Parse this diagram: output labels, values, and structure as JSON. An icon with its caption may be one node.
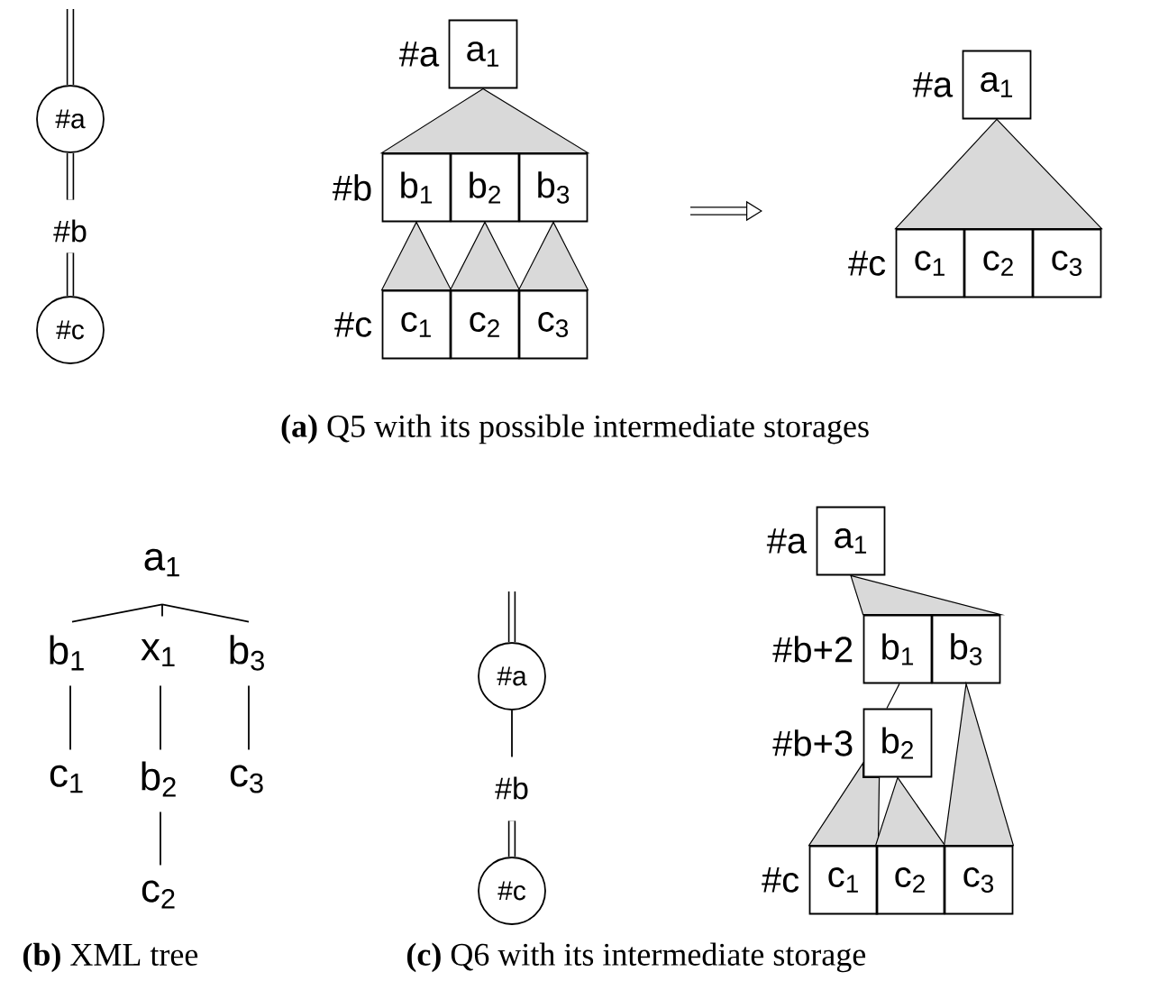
{
  "diagram": {
    "nodes": [
      {
        "text": [
          "#a"
        ]
      },
      {
        "text": [
          "#b"
        ]
      },
      {
        "text": [
          "#c"
        ]
      },
      {
        "text": [
          "a$_{1}$"
        ],
        "beside": [
          "#a"
        ]
      },
      {
        "text": [
          "b$_{1}$"
        ],
        "beside": [
          "#b"
        ]
      },
      {
        "text": [
          "b$_{2}$"
        ]
      },
      {
        "text": [
          "b$_{3}$"
        ]
      },
      {
        "text": [
          "c$_{1}$"
        ],
        "beside": [
          "#c"
        ]
      },
      {
        "text": [
          "c$_{2}$"
        ]
      },
      {
        "text": [
          "c$_{3}$"
        ]
      },
      {
        "text": [
          "a$_{1}$"
        ],
        "beside": [
          "#a"
        ]
      },
      {
        "text": [
          "c$_{1}$"
        ],
        "beside": [
          "#c"
        ]
      },
      {
        "text": [
          "c$_{2}$"
        ]
      },
      {
        "text": [
          "c$_{3}$"
        ]
      },
      {
        "text": [
          "a$_{1}$"
        ]
      },
      {
        "text": [
          "b$_{1}$"
        ]
      },
      {
        "text": [
          "x$_{1}$"
        ]
      },
      {
        "text": [
          "b$_{3}$"
        ]
      },
      {
        "text": [
          "c$_{1}$"
        ]
      },
      {
        "text": [
          "b$_{2}$"
        ]
      },
      {
        "text": [
          "c$_{3}$"
        ]
      },
      {
        "text": [
          "c$_{2}$"
        ]
      },
      {
        "text": [
          "#a"
        ]
      },
      {
        "text": [
          "#b"
        ]
      },
      {
        "text": [
          "#c"
        ]
      },
      {
        "text": [
          "a$_{1}$"
        ],
        "beside": [
          "#a"
        ]
      },
      {
        "text": [
          "b$_{1}$"
        ],
        "beside": [
          "#b+2"
        ]
      },
      {
        "text": [
          "b$_{3}$"
        ]
      },
      {
        "text": [
          "b$_{2}$"
        ],
        "beside": [
          "#b+3"
        ]
      },
      {
        "text": [
          "c$_{1}$"
        ],
        "beside": [
          "#c"
        ]
      },
      {
        "text": [
          "c$_{2}$"
        ]
      },
      {
        "text": [
          "c$_{3}$"
        ]
      }
    ],
    "edges": [
      {
        "from": null,
        "to": 0,
        "arrow": "none",
        "style": "thick"
      },
      {
        "from": 0,
        "to": 1,
        "arrow": "none",
        "style": "thick"
      },
      {
        "from": 1,
        "to": 2,
        "arrow": "none",
        "style": "thick"
      },
      {
        "from": 14,
        "to": 15,
        "arrow": "none"
      },
      {
        "from": 14,
        "to": 16,
        "arrow": "none"
      },
      {
        "from": 14,
        "to": 17,
        "arrow": "none"
      },
      {
        "from": 15,
        "to": 18,
        "arrow": "none"
      },
      {
        "from": 16,
        "to": 19,
        "arrow": "none"
      },
      {
        "from": 17,
        "to": 20,
        "arrow": "none"
      },
      {
        "from": 19,
        "to": 21,
        "arrow": "none"
      },
      {
        "from": null,
        "to": 22,
        "arrow": "none",
        "style": "thick"
      },
      {
        "from": 22,
        "to": 23,
        "arrow": "none"
      },
      {
        "from": 23,
        "to": 24,
        "arrow": "none",
        "style": "thick"
      },
      {
        "from": 26,
        "to": 28,
        "arrow": "none"
      }
    ],
    "labels": [
      "**(a)** Q5 with its possible intermediate storages",
      "**(b)** XML tree",
      "**(c)** Q6 with its intermediate storage"
    ]
  }
}
